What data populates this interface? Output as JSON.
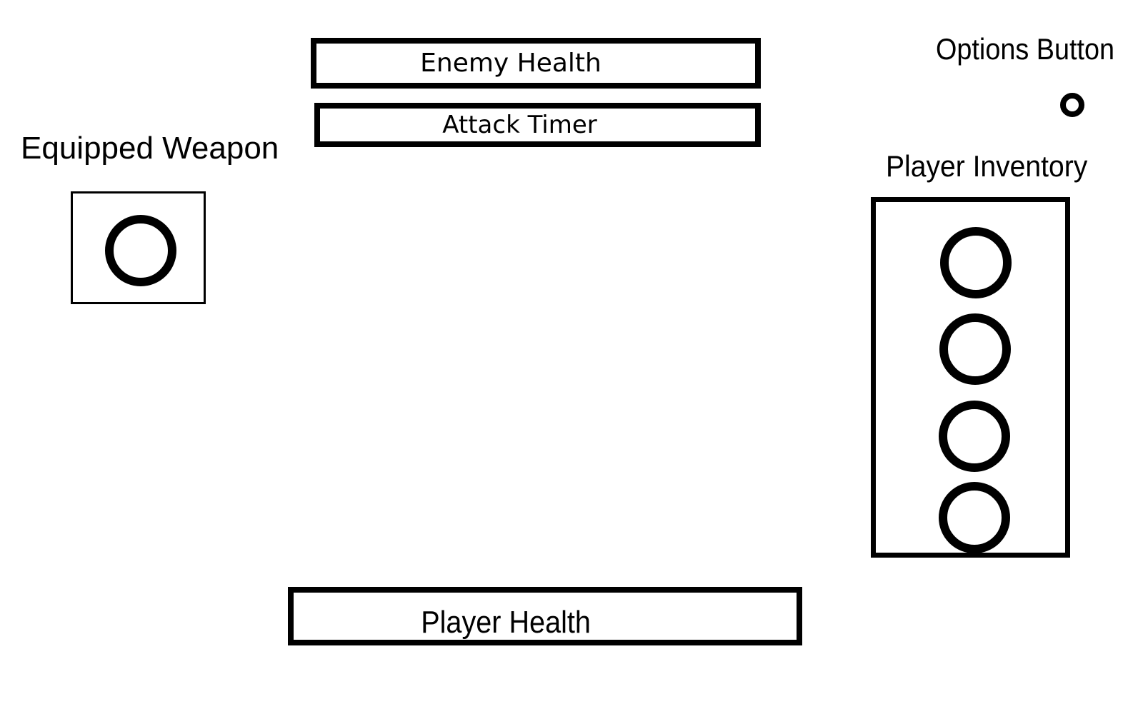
{
  "hud": {
    "enemy_health": {
      "label": "Enemy Health"
    },
    "attack_timer": {
      "label": "Attack Timer"
    },
    "player_health": {
      "label": "Player Health"
    }
  },
  "equipped_weapon": {
    "title": "Equipped Weapon"
  },
  "options": {
    "label": "Options Button"
  },
  "inventory": {
    "title": "Player Inventory",
    "slots": [
      "slot-1",
      "slot-2",
      "slot-3",
      "slot-4"
    ]
  }
}
